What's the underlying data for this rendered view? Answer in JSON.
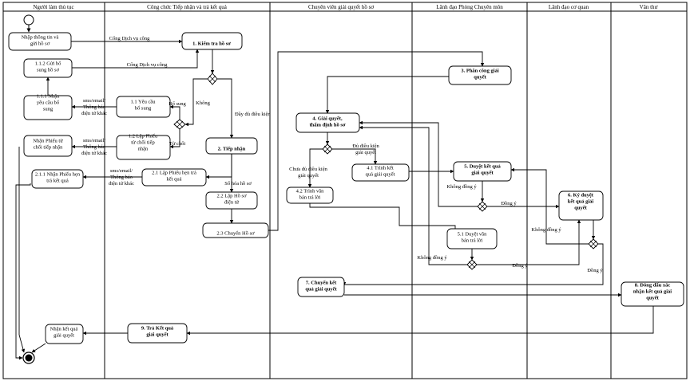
{
  "lanes": [
    "Người làm thủ tục",
    "Công chức Tiếp nhận và trả kết quả",
    "Chuyên viên giải quyết hồ sơ",
    "Lãnh đạo Phòng Chuyên môn",
    "Lãnh đạo cơ quan",
    "Văn thư"
  ],
  "nodes": {
    "n_input": [
      "Nhập thông tin và",
      "gửi hồ sơ"
    ],
    "n_112": [
      "1.1.2 Gửi bổ",
      "sung hồ sơ"
    ],
    "n_111": [
      "1.1.1 Nhận",
      "yêu cầu bổ",
      "sung"
    ],
    "n_reject_recv": [
      "Nhận Phiếu từ",
      "chối tiếp nhận"
    ],
    "n_211": [
      "2.1.1 Nhận Phiếu hẹn",
      "trả kết quả"
    ],
    "n_receive_result": [
      "Nhận kết quả",
      "giải quyết"
    ],
    "n_1": [
      "1. Kiểm tra hồ sơ"
    ],
    "n_11": [
      "1.1 Yêu cầu",
      "bổ sung"
    ],
    "n_12": [
      "1.2 Lập Phiếu",
      "từ chối tiếp",
      "nhận"
    ],
    "n_2": [
      "2. Tiếp nhận"
    ],
    "n_21": [
      "2.1 Lập Phiếu hẹn trả",
      "kết quả"
    ],
    "n_22": [
      "2.2 Lập Hồ sơ",
      "điện tử"
    ],
    "n_23": [
      "2.3 Chuyển Hồ sơ"
    ],
    "n_9": [
      "9. Trả Kết quả",
      "giải quyết"
    ],
    "n_4": [
      "4. Giải quyết,",
      "thẩm định hồ sơ"
    ],
    "n_41": [
      "4.1 Trình kết",
      "quả giải quyết"
    ],
    "n_42": [
      "4.2 Trình văn",
      "bản trả lời"
    ],
    "n_7": [
      "7. Chuyển kết",
      "quả giải quyết"
    ],
    "n_3": [
      "3. Phân công giải",
      "quyết"
    ],
    "n_5": [
      "5. Duyệt kết quả",
      "giải quyết"
    ],
    "n_51": [
      "5.1 Duyệt văn",
      "bản trả lời"
    ],
    "n_6": [
      "6. Ký duyệt",
      "kết quả giải",
      "quyết"
    ],
    "n_8": [
      "8. Đóng dấu xác",
      "nhận kết quả giải",
      "quyết"
    ]
  },
  "edge_labels": {
    "cong1": "Cổng Dịch vụ công",
    "cong2": "Cổng Dịch vụ công",
    "khong": "Không",
    "bosung": "Bổ sung",
    "daydu": "Đầy đủ điều kiện",
    "tuchoi": "Từ chối",
    "sms1": [
      "sms/email/",
      "Thông báo",
      "điện tử khác"
    ],
    "sms2": [
      "sms/email/",
      "Thông báo",
      "điện tử khác"
    ],
    "sms3": [
      "sms/email/",
      "Thông báo",
      "điện tử khác"
    ],
    "sohoa": "Số hóa hồ sơ",
    "chuadu": [
      "Chưa đủ điều kiện",
      "giải quyết"
    ],
    "dudk": [
      "Đủ điều kiện",
      "giải quyết"
    ],
    "khongdongy1": "Không đồng ý",
    "khongdongy2": "Không đồng ý",
    "khongdongy3": "Không đồng ý",
    "dongy1": "Đồng ý",
    "dongy2": "Đồng ý",
    "dongy3": "Đồng ý"
  }
}
